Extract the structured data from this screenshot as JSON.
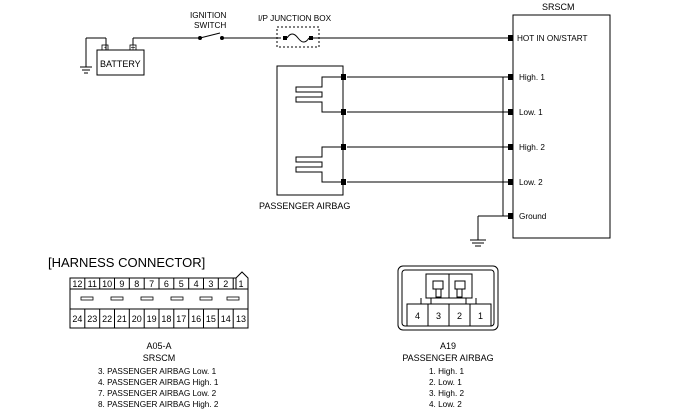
{
  "labels": {
    "ignition": "IGNITION",
    "switch": "SWITCH",
    "ip_junction_box": "I/P JUNCTION BOX",
    "srscm": "SRSCM",
    "battery": "BATTERY",
    "passenger_airbag": "PASSENGER AIRBAG",
    "harness_connector": "[HARNESS CONNECTOR]"
  },
  "srscm_pins": [
    "HOT IN ON/START",
    "High. 1",
    "Low. 1",
    "High. 2",
    "Low. 2",
    "Ground"
  ],
  "connector_a05": {
    "top_row": [
      "12",
      "11",
      "10",
      "9",
      "8",
      "7",
      "6",
      "5",
      "4",
      "3",
      "2",
      "1"
    ],
    "bottom_row": [
      "24",
      "23",
      "22",
      "21",
      "20",
      "19",
      "18",
      "17",
      "16",
      "15",
      "14",
      "13"
    ],
    "name": "A05-A",
    "title": "SRSCM",
    "pins": [
      "3. PASSENGER AIRBAG Low. 1",
      "4. PASSENGER AIRBAG High. 1",
      "7. PASSENGER AIRBAG Low. 2",
      "8. PASSENGER AIRBAG High. 2"
    ]
  },
  "connector_a19": {
    "row": [
      "4",
      "3",
      "2",
      "1"
    ],
    "name": "A19",
    "title": "PASSENGER AIRBAG",
    "pins": [
      "1. High. 1",
      "2. Low. 1",
      "3. High. 2",
      "4. Low. 2"
    ]
  }
}
